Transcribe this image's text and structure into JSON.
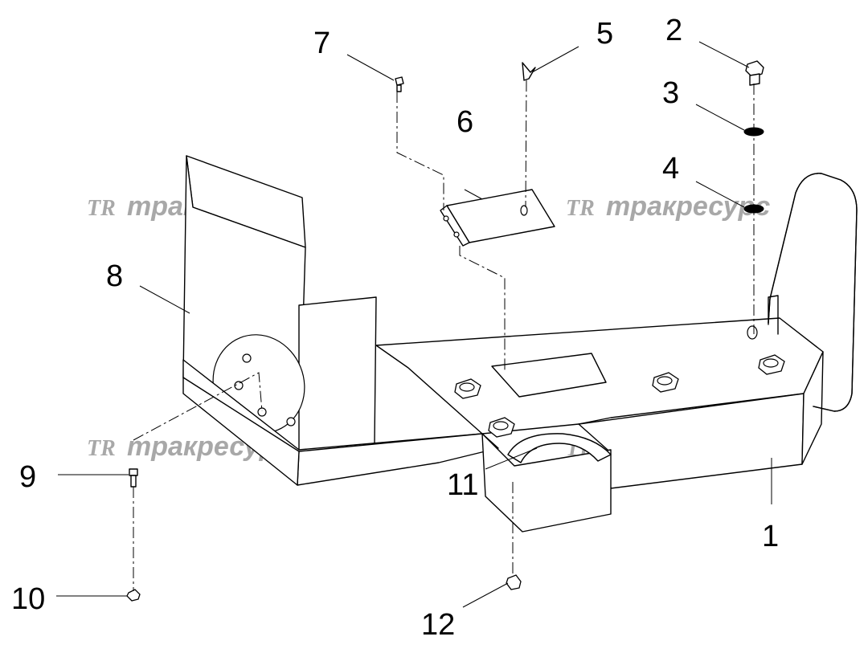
{
  "diagram": {
    "watermark": {
      "logo": "TR",
      "text": "тракресурс"
    },
    "callouts": [
      {
        "id": "1",
        "label": "1"
      },
      {
        "id": "2",
        "label": "2"
      },
      {
        "id": "3",
        "label": "3"
      },
      {
        "id": "4",
        "label": "4"
      },
      {
        "id": "5",
        "label": "5"
      },
      {
        "id": "6",
        "label": "6"
      },
      {
        "id": "7",
        "label": "7"
      },
      {
        "id": "8",
        "label": "8"
      },
      {
        "id": "9",
        "label": "9"
      },
      {
        "id": "10",
        "label": "10"
      },
      {
        "id": "11",
        "label": "11"
      },
      {
        "id": "12",
        "label": "12"
      }
    ]
  }
}
